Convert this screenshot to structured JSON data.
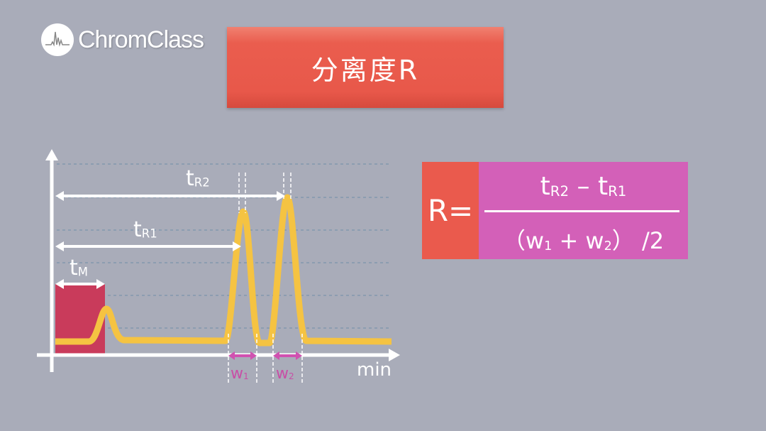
{
  "logo": {
    "name": "ChromClass"
  },
  "title": "分离度R",
  "formula": {
    "lhs": "R=",
    "numerator": {
      "t": "t",
      "sub2": "R2",
      "minus": " – ",
      "t2": "t",
      "sub1": "R1"
    },
    "denominator": {
      "open": "（w",
      "sub1": "1",
      "plus": " + w",
      "sub2": "2",
      "close": "） /2"
    }
  },
  "diagram": {
    "tR2": {
      "t": "t",
      "sub": "R2"
    },
    "tR1": {
      "t": "t",
      "sub": "R1"
    },
    "tM": {
      "t": "t",
      "sub": "M"
    },
    "w1": {
      "w": "w",
      "sub": "1"
    },
    "w2": {
      "w": "w",
      "sub": "2"
    },
    "x_axis_label": "min"
  },
  "colors": {
    "background": "#a9acb9",
    "title_red": "#e8584a",
    "formula_pink": "#d360b8",
    "peak": "#f5c342",
    "dead_time": "#c93b5b",
    "width_arrow": "#d052b0"
  }
}
